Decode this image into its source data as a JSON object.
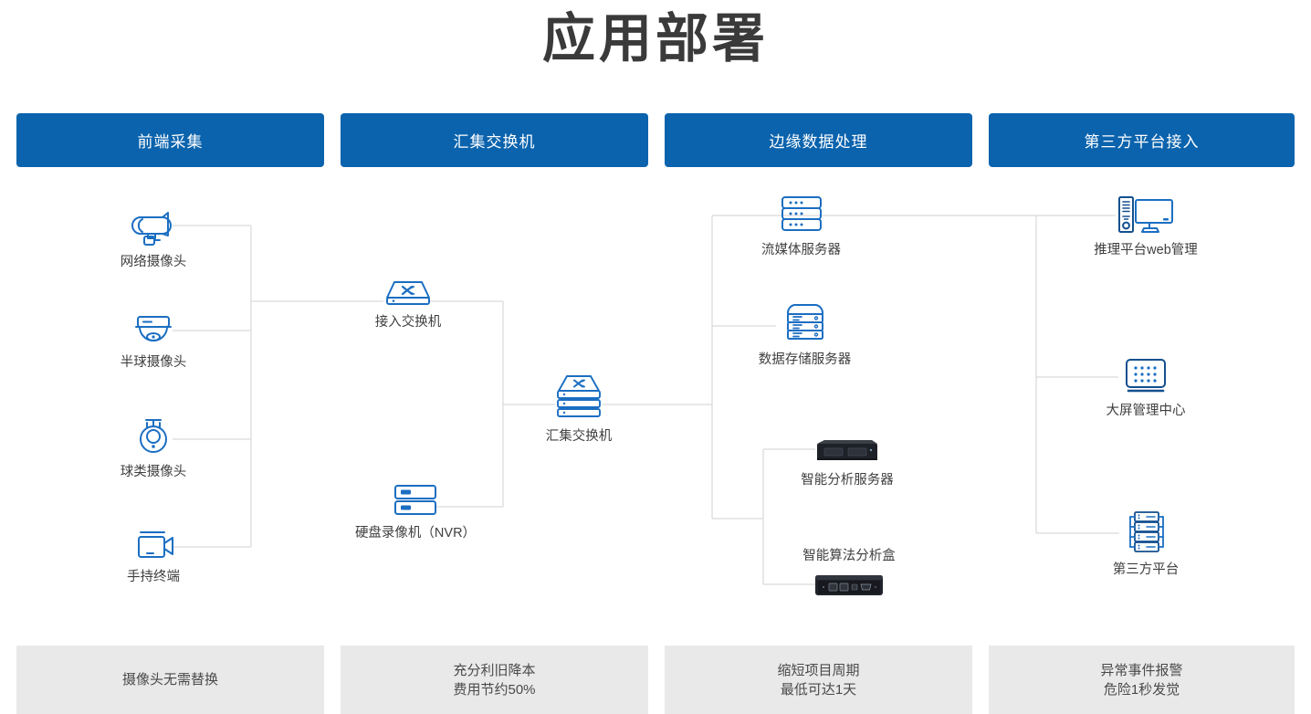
{
  "page": {
    "title": "应用部署"
  },
  "columns": [
    {
      "header": "前端采集",
      "footer_lines": [
        "摄像头无需替换"
      ]
    },
    {
      "header": "汇集交换机",
      "footer_lines": [
        "充分利旧降本",
        "费用节约50%"
      ]
    },
    {
      "header": "边缘数据处理",
      "footer_lines": [
        "缩短项目周期",
        "最低可达1天"
      ]
    },
    {
      "header": "第三方平台接入",
      "footer_lines": [
        "异常事件报警",
        "危险1秒发觉"
      ]
    }
  ],
  "nodes": {
    "ip_camera": {
      "label": "网络摄像头",
      "icon": "bullet-camera-icon"
    },
    "dome_camera": {
      "label": "半球摄像头",
      "icon": "dome-camera-icon"
    },
    "ptz_camera": {
      "label": "球类摄像头",
      "icon": "ptz-camera-icon"
    },
    "handheld_terminal": {
      "label": "手持终端",
      "icon": "camcorder-icon"
    },
    "access_switch": {
      "label": "接入交换机",
      "icon": "switch-icon"
    },
    "nvr": {
      "label": "硬盘录像机（NVR）",
      "icon": "nvr-icon"
    },
    "aggregation_switch": {
      "label": "汇集交换机",
      "icon": "stacked-switch-icon"
    },
    "streaming_server": {
      "label": "流媒体服务器",
      "icon": "rack-server-icon"
    },
    "storage_server": {
      "label": "数据存储服务器",
      "icon": "storage-server-icon"
    },
    "analysis_server": {
      "label": "智能分析服务器",
      "icon": "analysis-server-photo"
    },
    "algorithm_box": {
      "label": "智能算法分析盒",
      "icon": "algorithm-box-photo"
    },
    "web_platform": {
      "label": "推理平台web管理",
      "icon": "desktop-tower-icon"
    },
    "video_wall": {
      "label": "大屏管理中心",
      "icon": "video-wall-icon"
    },
    "third_party_platform": {
      "label": "第三方平台",
      "icon": "server-rack-icon"
    }
  },
  "colors": {
    "header_blue": "#0b63ad",
    "icon_blue": "#1b6ec2",
    "icon_dark_blue": "#134f8f",
    "footer_gray": "#e9e9e9",
    "wire_gray": "#d2d2d2",
    "title_gray": "#3a3a3a"
  }
}
